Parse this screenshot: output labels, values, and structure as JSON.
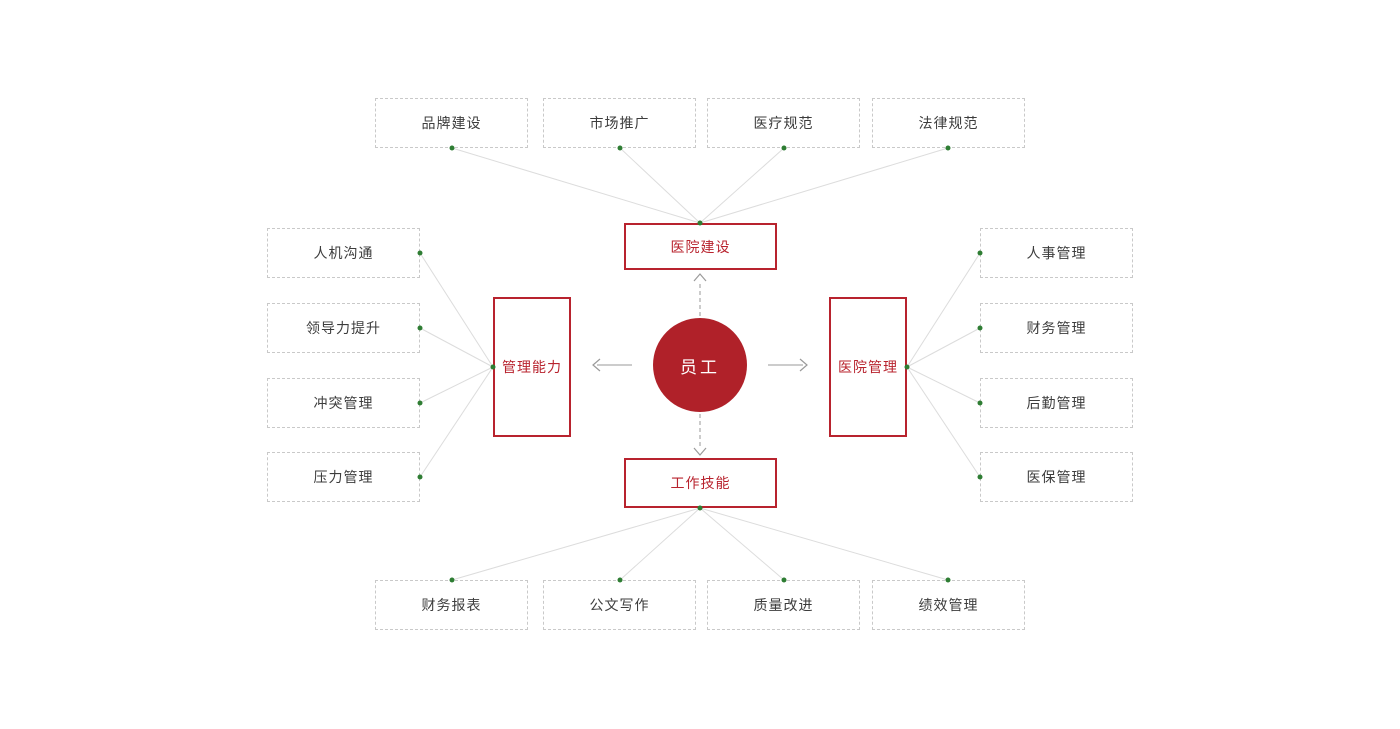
{
  "diagram": {
    "center": {
      "label": "员工"
    },
    "branches": {
      "top": {
        "label": "医院建设",
        "items": [
          "品牌建设",
          "市场推广",
          "医疗规范",
          "法律规范"
        ]
      },
      "left": {
        "label": "管理能力",
        "items": [
          "人机沟通",
          "领导力提升",
          "冲突管理",
          "压力管理"
        ]
      },
      "right": {
        "label": "医院管理",
        "items": [
          "人事管理",
          "财务管理",
          "后勤管理",
          "医保管理"
        ]
      },
      "bottom": {
        "label": "工作技能",
        "items": [
          "财务报表",
          "公文写作",
          "质量改进",
          "绩效管理"
        ]
      }
    },
    "colors": {
      "accent_red": "#b8232e",
      "center_fill": "#b02129",
      "dot_green": "#2e7d33",
      "connector_gray": "#dcdcdc",
      "arrow_gray": "#9a9a9a",
      "leaf_border_gray": "#c9c9c9",
      "leaf_text": "#3c3c3c",
      "background": "#ffffff"
    }
  }
}
